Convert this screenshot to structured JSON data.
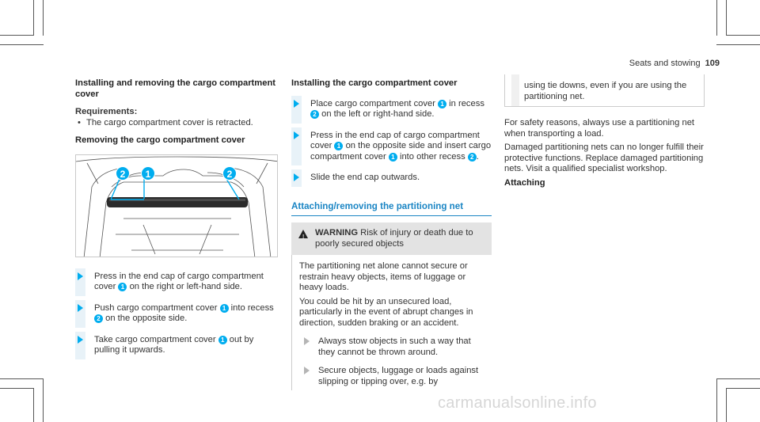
{
  "header": {
    "section": "Seats and stowing",
    "page": "109"
  },
  "col1": {
    "title": "Installing and removing the cargo compartment cover",
    "requirements_label": "Requirements:",
    "requirement": "The cargo compartment cover is retracted.",
    "removing_title": "Removing the cargo compartment cover",
    "steps": [
      {
        "a": "Press in the end cap of cargo compartment cover ",
        "n1": "1",
        "b": " on the right or left-hand side."
      },
      {
        "a": "Push cargo compartment cover ",
        "n1": "1",
        "b": " into recess ",
        "n2": "2",
        "c": " on the opposite side."
      },
      {
        "a": "Take cargo compartment cover ",
        "n1": "1",
        "b": " out by pulling it upwards."
      }
    ],
    "figure_markers": [
      "2",
      "1",
      "2"
    ]
  },
  "col2": {
    "title": "Installing the cargo compartment cover",
    "steps": [
      {
        "a": "Place cargo compartment cover ",
        "n1": "1",
        "b": " in recess ",
        "n2": "2",
        "c": " on the left or right-hand side."
      },
      {
        "a": "Press in the end cap of cargo compartment cover ",
        "n1": "1",
        "b": " on the opposite side and insert cargo compartment cover ",
        "n2": "1",
        "c": " into other recess ",
        "n3": "2",
        "d": "."
      },
      {
        "a": "Slide the end cap outwards."
      }
    ],
    "section_title": "Attaching/removing the partitioning net",
    "warning": {
      "label": "WARNING",
      "head": " Risk of injury or death due to poorly secured objects",
      "p1": "The partitioning net alone cannot secure or restrain heavy objects, items of luggage or heavy loads.",
      "p2": "You could be hit by an unsecured load, particularly in the event of abrupt changes in direction, sudden braking or an accident.",
      "steps": [
        "Always stow objects in such a way that they cannot be thrown around.",
        "Secure objects, luggage or loads against slipping or tipping over, e.g. by"
      ]
    }
  },
  "col3": {
    "continued": "using tie downs, even if you are using the partitioning net.",
    "p1": "For safety reasons, always use a partitioning net when transporting a load.",
    "p2": "Damaged partitioning nets can no longer fulfill their protective functions. Replace damaged partitioning nets. Visit a qualified specialist workshop.",
    "attaching": "Attaching"
  },
  "watermark": "carmanualsonline.info"
}
